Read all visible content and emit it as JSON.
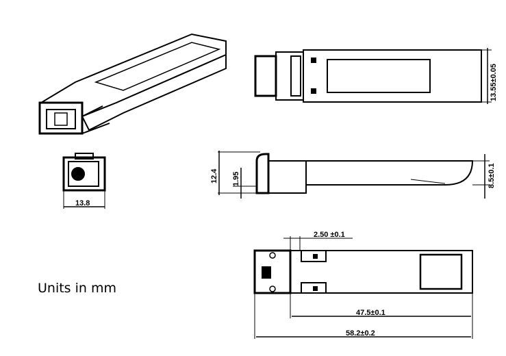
{
  "title": "SFP module mechanical drawing",
  "units_note": "Units in mm",
  "dimensions": {
    "front_width": "13.8",
    "side_height": "12.4",
    "side_offset": "1.95",
    "top_width": "13.55±0.05",
    "body_thickness": "8.5±0.1",
    "latch_offset": "2.50 ±0.1",
    "body_length": "47.5±0.1",
    "total_length": "58.2±0.2"
  }
}
